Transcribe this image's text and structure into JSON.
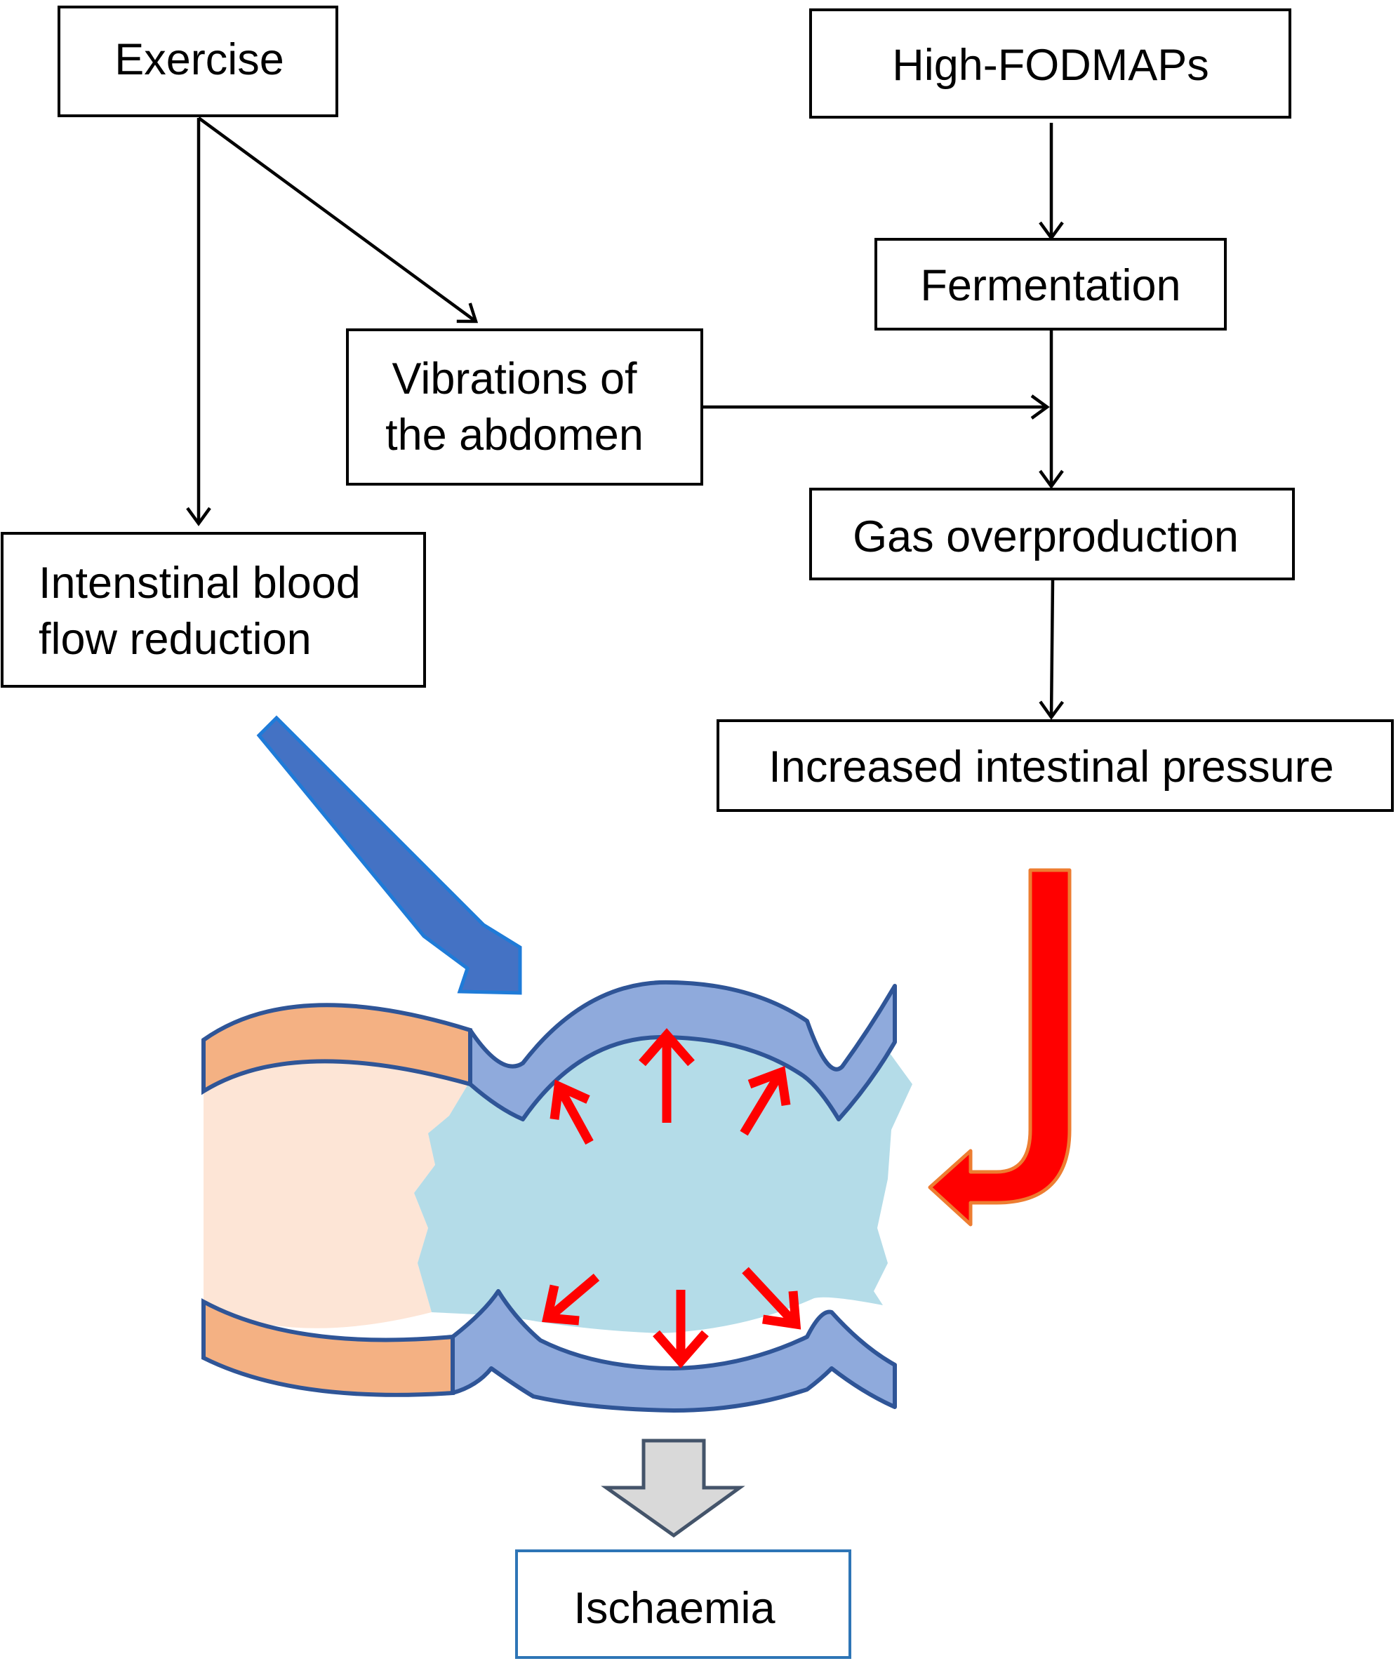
{
  "nodes": {
    "exercise": "Exercise",
    "high_fodmaps": "High-FODMAPs",
    "fermentation": "Fermentation",
    "vibrations": [
      "Vibrations of",
      "the abdomen"
    ],
    "blood_flow": [
      "Intenstinal blood",
      "flow reduction"
    ],
    "gas": "Gas overproduction",
    "pressure": "Increased intestinal pressure",
    "ischaemia": "Ischaemia"
  },
  "colors": {
    "box_border": "#000000",
    "ischaemia_border": "#2e75b6",
    "blue_arrow_fill": "#4472c4",
    "blue_arrow_stroke": "#1f7bd8",
    "red_arrow": "#ff0000",
    "red_arrow_border": "#ed7d31",
    "gray_arrow_fill": "#d9d9d9",
    "gray_arrow_stroke": "#44546a",
    "intestine_wall_blue": "#8faadc",
    "intestine_wall_outline": "#2f5597",
    "intestine_wall_orange": "#f4b183",
    "lumen_blue": "#b4dce8",
    "lumen_peach": "#fde5d6"
  }
}
